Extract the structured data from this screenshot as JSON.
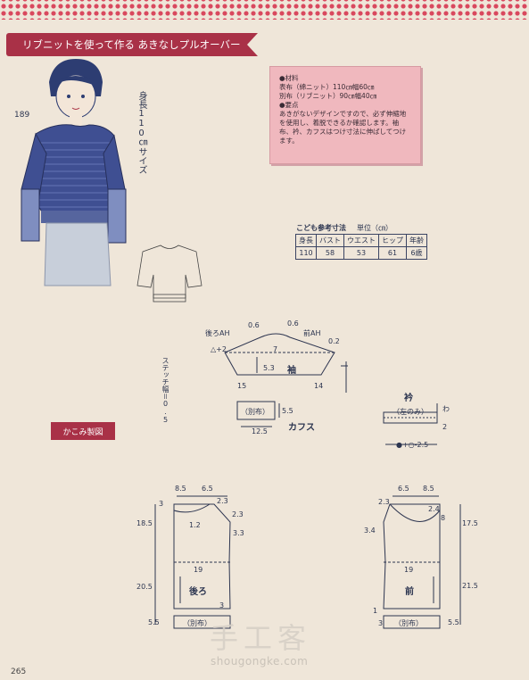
{
  "header": {
    "title": "リブニットを使って作る あきなしプルオーバー"
  },
  "figure": {
    "number": "189",
    "height_label": "身長110㎝サイズ"
  },
  "materials": {
    "heading": "●材料",
    "line1": "表布（綿ニット）110㎝幅60㎝",
    "line2": "別布（リブニット）90㎝幅40㎝",
    "point_heading": "●要点",
    "desc": "あきがないデザインですので、必ず伸縮地を使用し、着脱できるか確認します。袖布、衿、カフスはつけ寸法に伸ばしてつけます。"
  },
  "size_table": {
    "title": "こども参考寸法",
    "unit": "単位（㎝）",
    "headers": [
      "身長",
      "バスト",
      "ウエスト",
      "ヒップ",
      "年齢"
    ],
    "row": [
      "110",
      "58",
      "53",
      "61",
      "6歳"
    ]
  },
  "diagram_labels": {
    "back_ah": "後ろAH",
    "front_ah": "前AH",
    "sleeve": "袖",
    "cuffs": "カフス",
    "collar": "衿",
    "left_only": "（左のみ）",
    "wa": "わ",
    "betsu": "（別布）",
    "back": "後ろ",
    "front": "前",
    "stitch": "ステッチ幅＝0.5",
    "kakomi": "かこみ製図"
  },
  "dimensions": {
    "s06a": "0.6",
    "s06b": "0.6",
    "s02": "0.2",
    "s_delta": "△+2",
    "s7": "7",
    "s53": "5.3",
    "s15": "15",
    "s14": "14",
    "c55": "5.5",
    "c125": "12.5",
    "col2": "2",
    "col_eq": "●+○-2.5",
    "b85": "8.5",
    "b65": "6.5",
    "b3": "3",
    "b23a": "2.3",
    "b23b": "2.3",
    "b12": "1.2",
    "b33": "3.3",
    "b185": "18.5",
    "b19": "19",
    "b205": "20.5",
    "b55": "5.5",
    "b3b": "3",
    "f65": "6.5",
    "f85": "8.5",
    "f23": "2.3",
    "f24": "2.4",
    "f8": "8",
    "f34": "3.4",
    "f175": "17.5",
    "f19": "19",
    "f215": "21.5",
    "f1": "1",
    "f3": "3",
    "f55": "5.5"
  },
  "watermark": {
    "cn": "手工客",
    "url": "shougongke.com"
  },
  "page_number": "265"
}
